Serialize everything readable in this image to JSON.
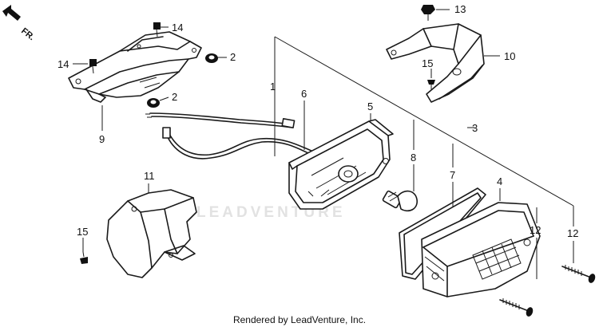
{
  "direction_label": "FR.",
  "watermark": "LEADVENTURE",
  "credit": "Rendered by LeadVenture, Inc.",
  "callouts": {
    "c1": "1",
    "c2a": "2",
    "c2b": "2",
    "c3": "3",
    "c4": "4",
    "c5": "5",
    "c6": "6",
    "c7": "7",
    "c8": "8",
    "c9": "9",
    "c10": "10",
    "c11": "11",
    "c12a": "12",
    "c12b": "12",
    "c13": "13",
    "c14a": "14",
    "c14b": "14",
    "c15a": "15",
    "c15b": "15"
  }
}
